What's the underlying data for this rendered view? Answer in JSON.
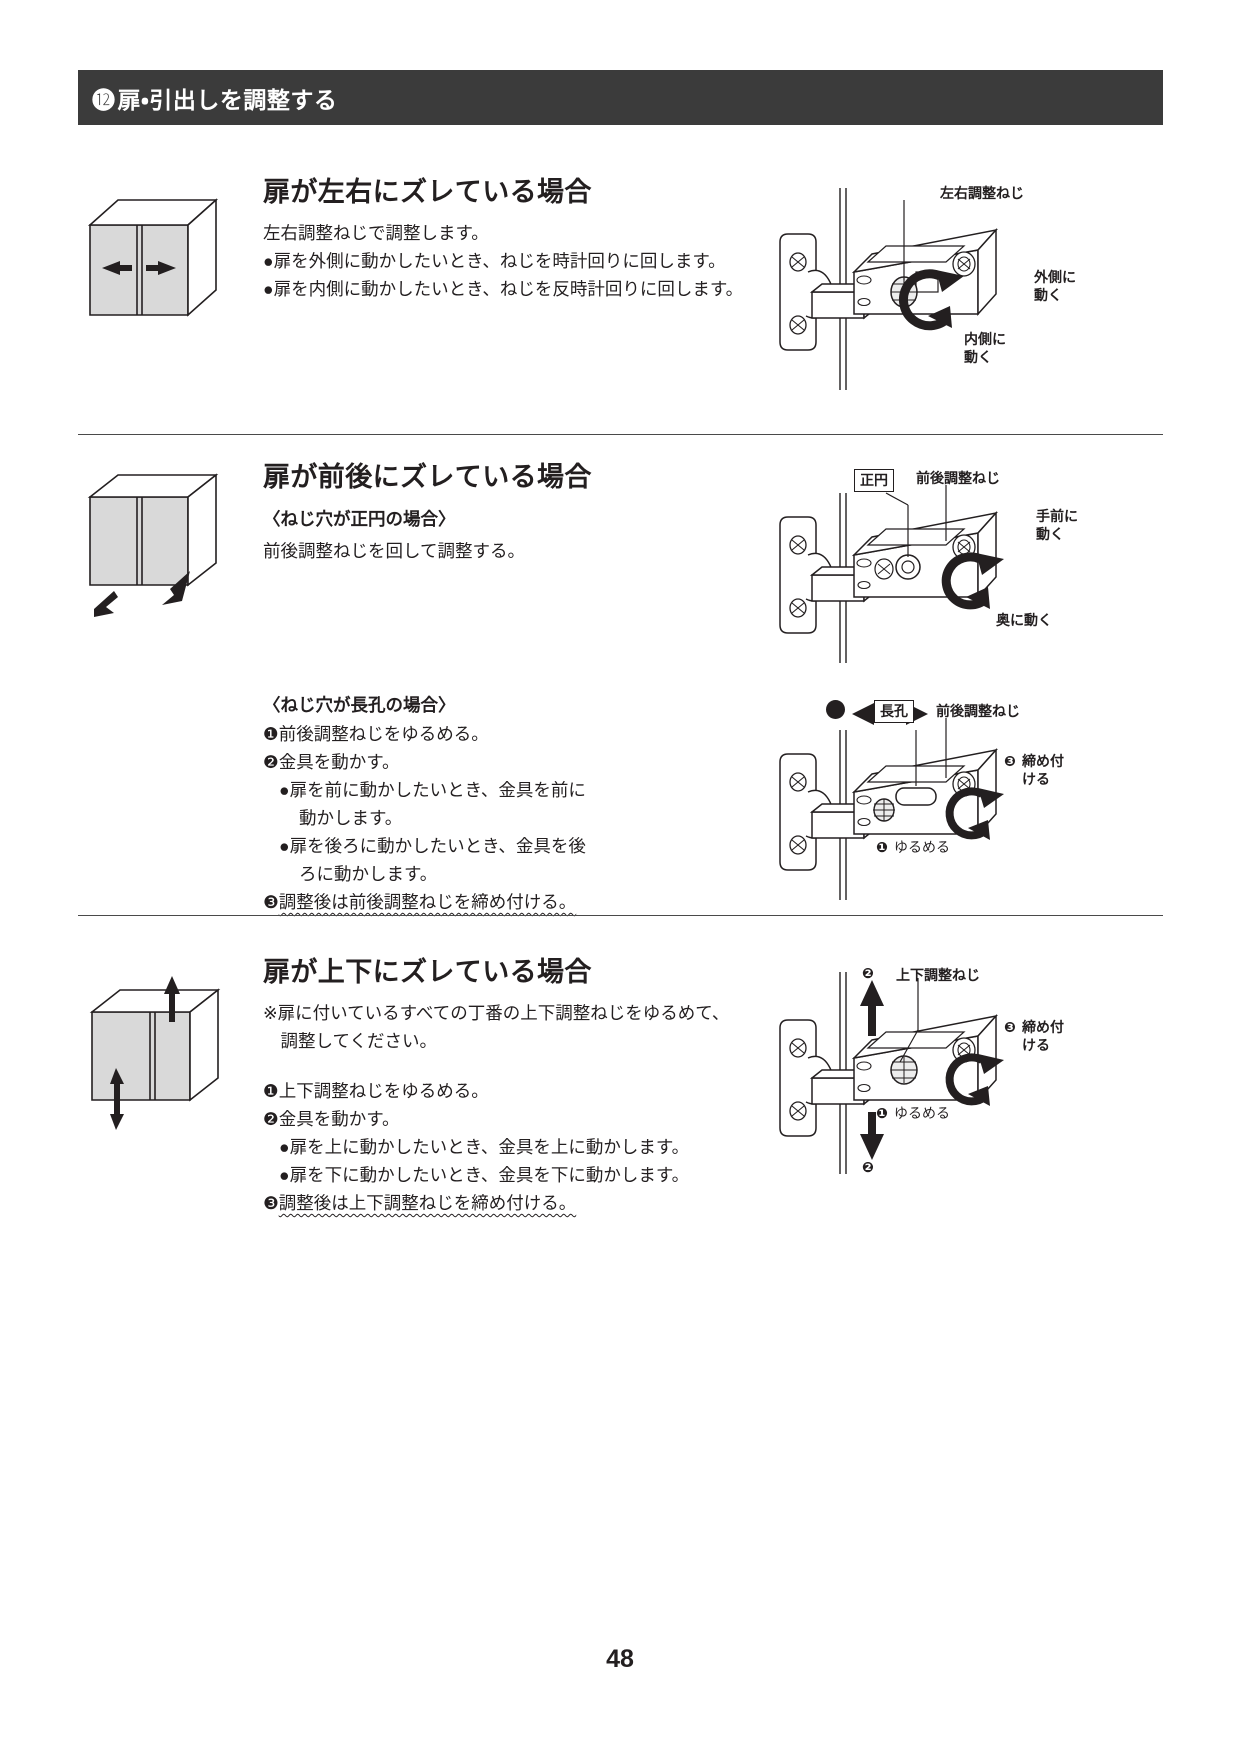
{
  "header": {
    "number_badge": "⓬",
    "title": "扉・引出しを調整する"
  },
  "sections": [
    {
      "id": "left-right",
      "title": "扉が左右にズレている場合",
      "lines": [
        "左右調整ねじで調整します。",
        "●扉を外側に動かしたいとき、ねじを時計回りに回します。",
        "●扉を内側に動かしたいとき、ねじを反時計回りに回します。"
      ],
      "hinge_labels": {
        "screw": "左右調整ねじ",
        "outward": "外側に\n動く",
        "inward": "内側に\n動く"
      }
    },
    {
      "id": "front-back",
      "title": "扉が前後にズレている場合",
      "sub_a": {
        "heading": "〈ねじ穴が正円の場合〉",
        "lines": [
          "前後調整ねじを回して調整する。"
        ],
        "hinge_labels": {
          "hole_type": "正円",
          "screw": "前後調整ねじ",
          "toward": "手前に\n動く",
          "away": "奥に動く"
        }
      },
      "sub_b": {
        "heading": "〈ねじ穴が長孔の場合〉",
        "steps": [
          {
            "num": "❶",
            "text": "前後調整ねじをゆるめる。",
            "indent": 0
          },
          {
            "num": "❷",
            "text": "金具を動かす。",
            "indent": 0
          },
          {
            "num": "●",
            "text": "扉を前に動かしたいとき、金具を前に",
            "indent": 1
          },
          {
            "num": "",
            "text": "動かします。",
            "indent": 2
          },
          {
            "num": "●",
            "text": "扉を後ろに動かしたいとき、金具を後",
            "indent": 1
          },
          {
            "num": "",
            "text": "ろに動かします。",
            "indent": 2
          },
          {
            "num": "❸",
            "text": "調整後は前後調整ねじを締め付ける。",
            "indent": 0,
            "wavy": true
          }
        ],
        "hinge_labels": {
          "hole_type": "長孔",
          "screw": "前後調整ねじ",
          "step2": "❷",
          "step3": "❸",
          "tighten": "締め付\nける",
          "step1": "❶",
          "loosen": "ゆるめる"
        }
      }
    },
    {
      "id": "up-down",
      "title": "扉が上下にズレている場合",
      "note_lines": [
        "※扉に付いているすべての丁番の上下調整ねじをゆるめて、",
        "　調整してください。"
      ],
      "steps": [
        {
          "num": "❶",
          "text": "上下調整ねじをゆるめる。",
          "indent": 0
        },
        {
          "num": "❷",
          "text": "金具を動かす。",
          "indent": 0
        },
        {
          "num": "●",
          "text": "扉を上に動かしたいとき、金具を上に動かします。",
          "indent": 1
        },
        {
          "num": "●",
          "text": "扉を下に動かしたいとき、金具を下に動かします。",
          "indent": 1
        },
        {
          "num": "❸",
          "text": "調整後は上下調整ねじを締め付ける。",
          "indent": 0,
          "wavy": true
        }
      ],
      "hinge_labels": {
        "screw": "上下調整ねじ",
        "step2_top": "❷",
        "step2_bottom": "❷",
        "step3": "❸",
        "tighten": "締め付\nける",
        "step1": "❶",
        "loosen": "ゆるめる"
      }
    }
  ],
  "footer": {
    "page_number": "48"
  },
  "colors": {
    "header_bg": "#3b3b3b",
    "text": "#231f20",
    "panel_fill": "#d9d9d9",
    "rule": "#4a4a4a"
  }
}
